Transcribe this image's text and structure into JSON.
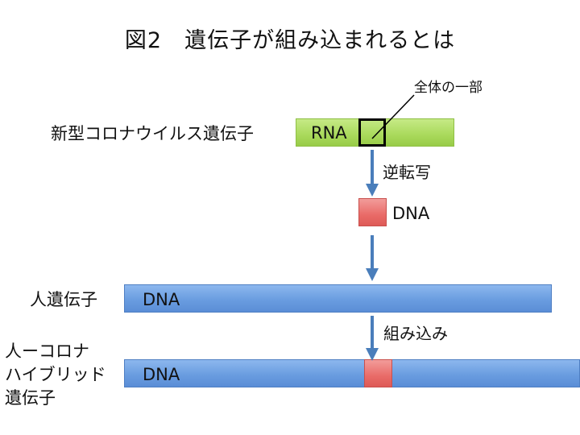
{
  "title": "図2　遺伝子が組み込まれるとは",
  "labels": {
    "virus_gene": "新型コロナウイルス遺伝子",
    "human_gene": "人遺伝子",
    "hybrid_gene_line1": "人ーコロナ",
    "hybrid_gene_line2": "ハイブリッド",
    "hybrid_gene_line3": "遺伝子"
  },
  "bars": {
    "rna": "RNA",
    "dna_fragment": "DNA",
    "human_dna": "DNA",
    "hybrid_dna": "DNA"
  },
  "steps": {
    "reverse_transcription": "逆転写",
    "integration": "組み込み"
  },
  "callout": "全体の一部",
  "colors": {
    "rna_bar": "#a9d95b",
    "dna_bar": "#6a9de0",
    "inserted_segment": "#e96b68",
    "arrow": "#4a7ebb"
  }
}
